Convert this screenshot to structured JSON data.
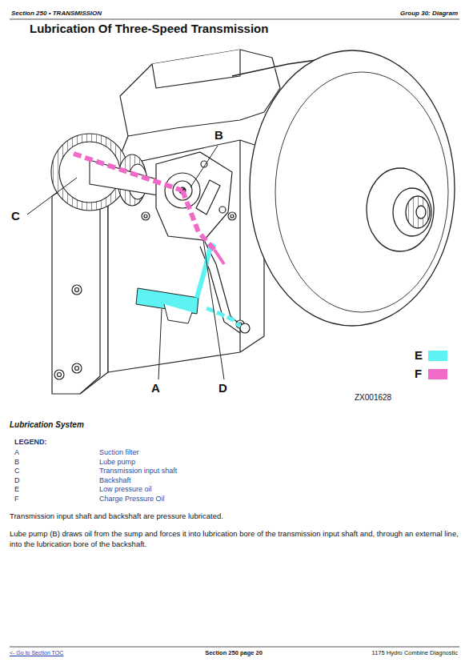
{
  "diagram": {
    "title": "Lubrication Of Three-Speed Transmission",
    "labels": [
      "Section 250 • TRANSMISSION",
      "Group 30: Diagram",
      "B",
      "C",
      "A",
      "D",
      "ZX001628",
      "Lubrication System",
      "LEGEND:",
      "A",
      "Suction filter",
      "B",
      "Lube pump",
      "C",
      "Transmission input shaft",
      "D",
      "Backshaft",
      "E",
      "Low pressure oil",
      "F",
      "Charge Pressure Oil",
      "Transmission input shaft and backshaft are pressure lubricated.",
      "Lube pump (B) draws oil from the sump and forces it into lubrication bore of the transmission input shaft and, through an external line, into the lubrication bore of the backshaft.",
      "<- Go to Section TOC",
      "Section 250 page 20",
      "1175 Hydro Combine Diagnostic"
    ],
    "legend": [
      {
        "text": "E",
        "color": "#5ff2f2"
      },
      {
        "text": "F",
        "color": "#f06ac8"
      }
    ]
  }
}
